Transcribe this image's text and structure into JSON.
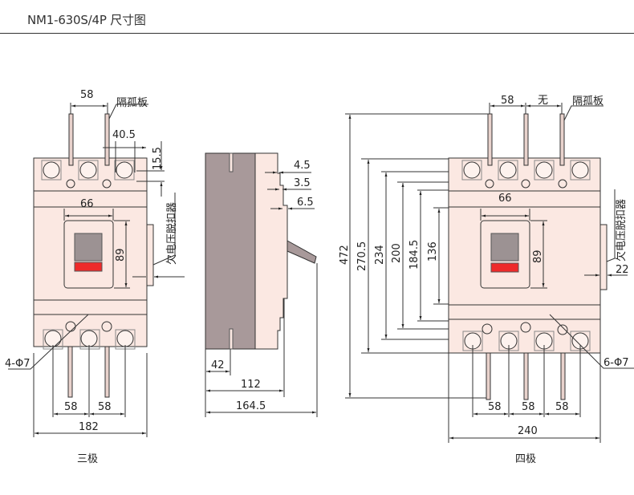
{
  "header": {
    "title": "NM1-630S/4P 尺寸图"
  },
  "colors": {
    "body_fill": "#fbe8e2",
    "side_dark": "#a8999a",
    "window_fill": "#9c9293",
    "indicator_red": "#ee2a2a",
    "line": "#333333"
  },
  "three_pole": {
    "caption": "三极",
    "partition_label": "隔孤板",
    "uvr_label": "欠电压脱扣器",
    "hole_label": "4-Φ7",
    "dims": {
      "top_pitch": "58",
      "offset_40_5": "40.5",
      "offset_15_5": "15.5",
      "handle_width": "66",
      "handle_height": "89",
      "bottom_pitch_1": "58",
      "bottom_pitch_2": "58",
      "overall_width": "182"
    }
  },
  "side_view": {
    "dims": {
      "step_1": "4.5",
      "step_2": "3.5",
      "step_3": "6.5",
      "base_42": "42",
      "depth_112": "112",
      "depth_164_5": "164.5"
    }
  },
  "four_pole": {
    "caption": "四极",
    "partition_label": "隔孤板",
    "none_label": "无",
    "uvr_label": "欠电压脱扣器",
    "hole_label": "6-Φ7",
    "dims": {
      "top_pitch": "58",
      "handle_width": "66",
      "handle_height": "89",
      "uvr_offset": "22",
      "h_472": "472",
      "h_270_5": "270.5",
      "h_234": "234",
      "h_200": "200",
      "h_184_5": "184.5",
      "h_136": "136",
      "bottom_pitch_1": "58",
      "bottom_pitch_2": "58",
      "bottom_pitch_3": "58",
      "overall_width": "240"
    }
  }
}
